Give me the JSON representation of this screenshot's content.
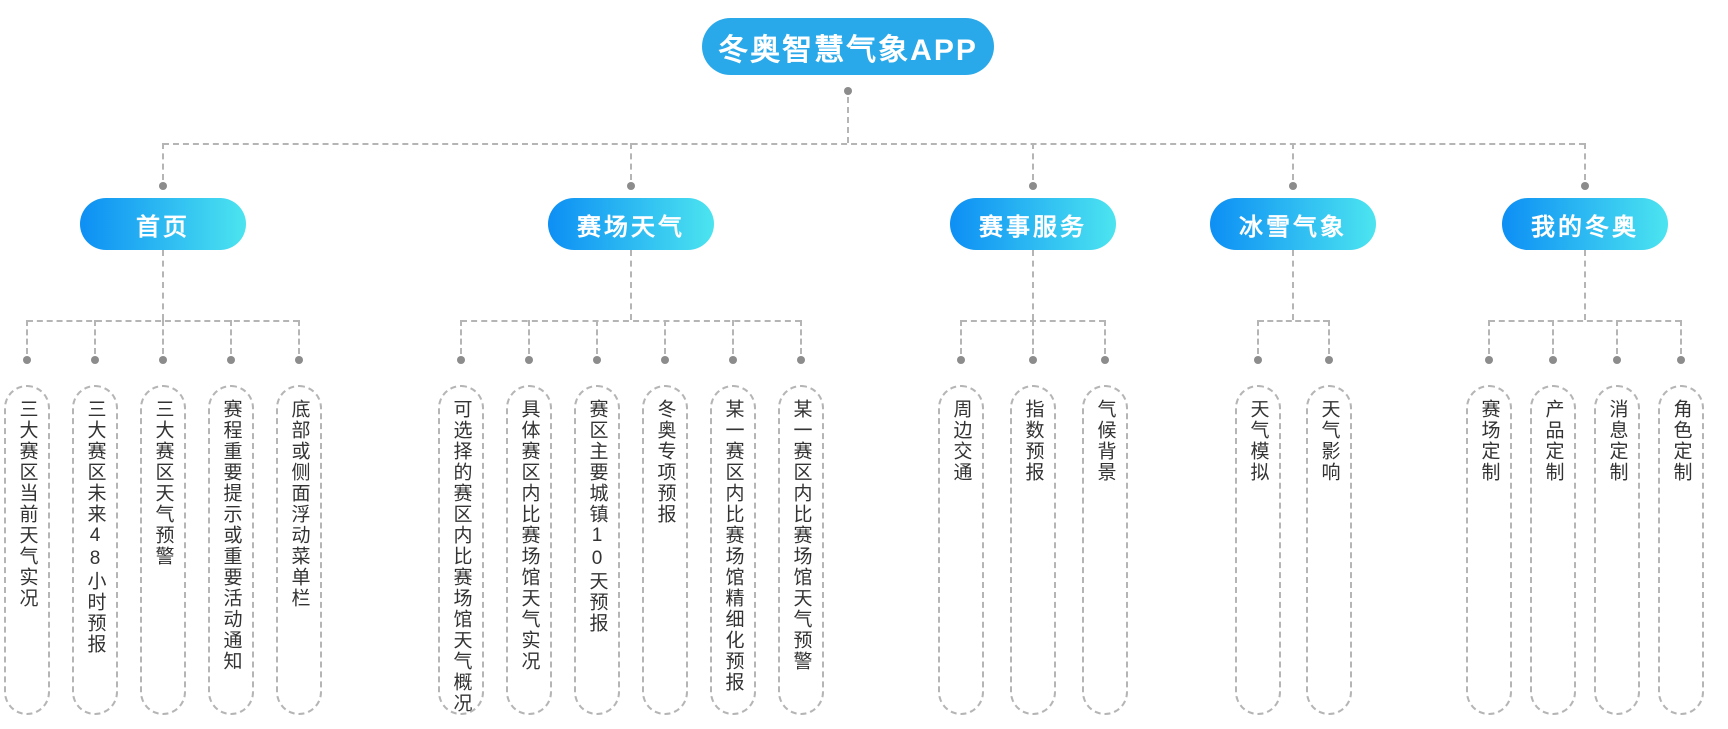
{
  "diagram_title": "冬奥智慧气象APP",
  "tree": {
    "root": "冬奥智慧气象APP",
    "branches": [
      {
        "label": "首页",
        "children": [
          "三大赛区当前天气实况",
          "三大赛区未来48小时预报",
          "三大赛区天气预警",
          "赛程重要提示或重要活动通知",
          "底部或侧面浮动菜单栏"
        ]
      },
      {
        "label": "赛场天气",
        "children": [
          "可选择的赛区内比赛场馆天气概况",
          "具体赛区内比赛场馆天气实况",
          "赛区主要城镇10天预报",
          "冬奥专项预报",
          "某一赛区内比赛场馆精细化预报",
          "某一赛区内比赛场馆天气预警"
        ]
      },
      {
        "label": "赛事服务",
        "children": [
          "周边交通",
          "指数预报",
          "气候背景"
        ]
      },
      {
        "label": "冰雪气象",
        "children": [
          "天气模拟",
          "天气影响"
        ]
      },
      {
        "label": "我的冬奥",
        "children": [
          "赛场定制",
          "产品定制",
          "消息定制",
          "角色定制"
        ]
      }
    ]
  },
  "colors": {
    "root_node_bg": "#29a9e9",
    "branch_gradient_start": "#0d8ff4",
    "branch_gradient_end": "#4ce4f0",
    "node_text": "#ffffff",
    "connector_line": "#b5b5b5",
    "connector_dot": "#8c8c8c",
    "leaf_border": "#b5b5b5",
    "leaf_text": "#333333"
  }
}
